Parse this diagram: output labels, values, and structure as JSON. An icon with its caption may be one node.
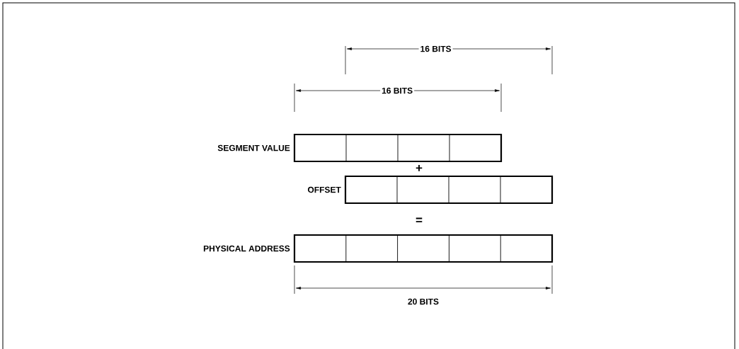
{
  "diagram": {
    "nodes": [
      {
        "text": [
          "SEGMENT VALUE"
        ]
      },
      {
        "text": [
          "OFFSET"
        ]
      },
      {
        "text": [
          "PHYSICAL ADDRESS"
        ]
      }
    ],
    "labels": [
      "16 BITS",
      "16 BITS",
      "+",
      "=",
      "20 BITS"
    ]
  }
}
